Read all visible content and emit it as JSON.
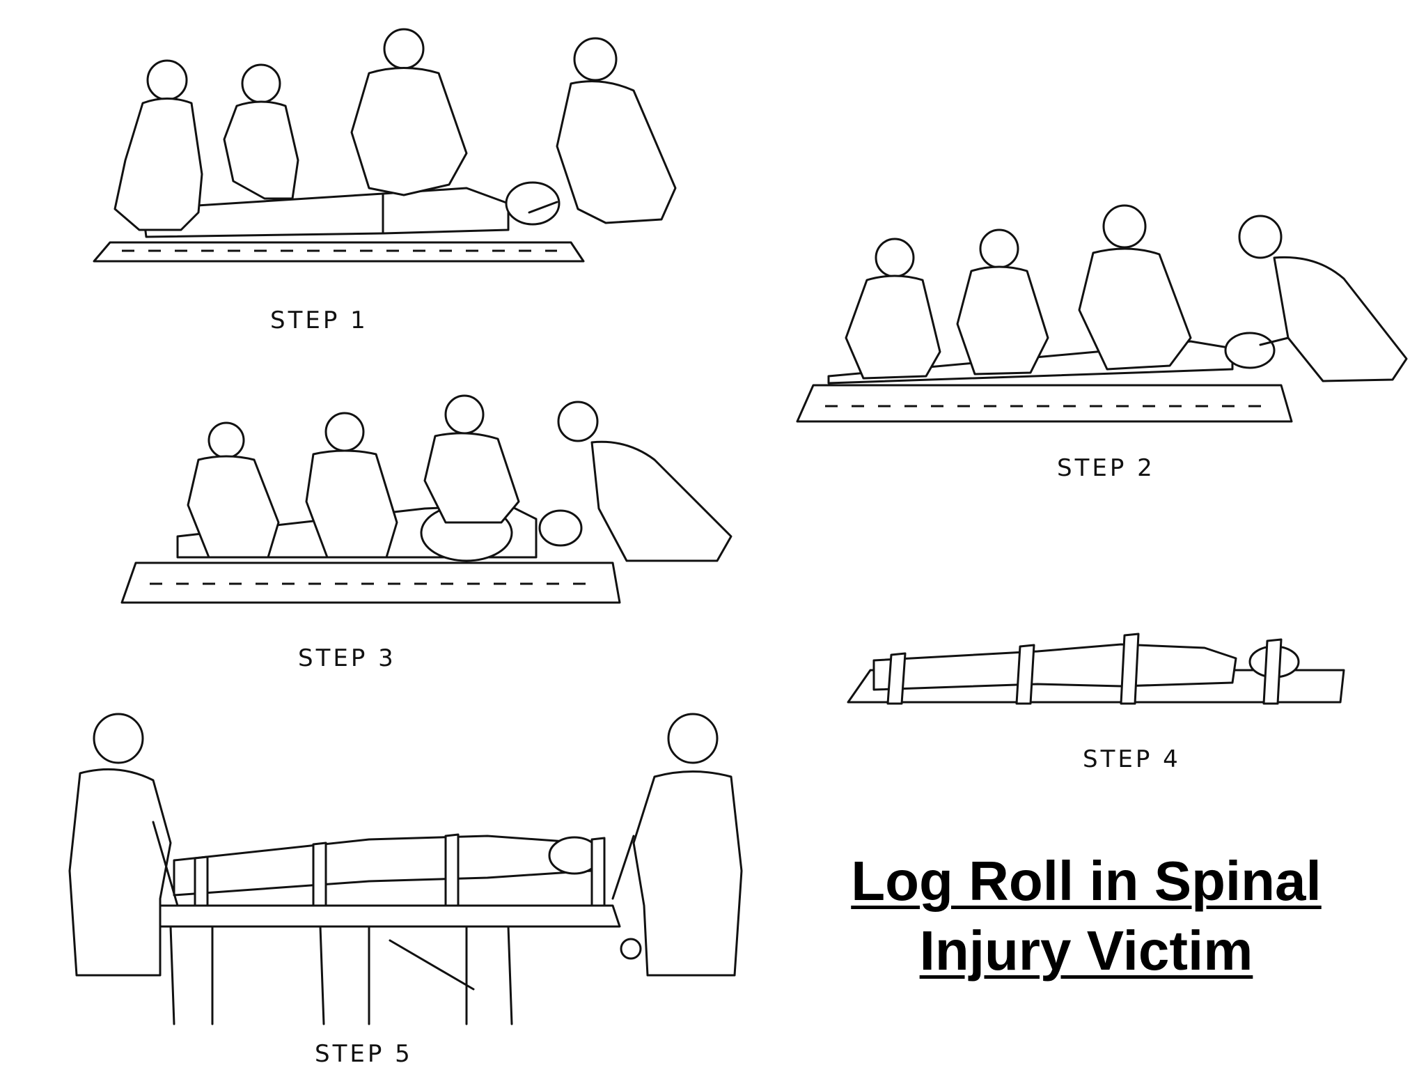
{
  "steps": [
    {
      "id": 1,
      "label": "STEP 1"
    },
    {
      "id": 2,
      "label": "STEP 2"
    },
    {
      "id": 3,
      "label": "STEP 3"
    },
    {
      "id": 4,
      "label": "STEP 4"
    },
    {
      "id": 5,
      "label": "STEP 5"
    }
  ],
  "title": {
    "line1": "Log Roll in Spinal",
    "line2": "Injury Victim"
  },
  "colors": {
    "ink": "#111111",
    "background": "#ffffff"
  }
}
